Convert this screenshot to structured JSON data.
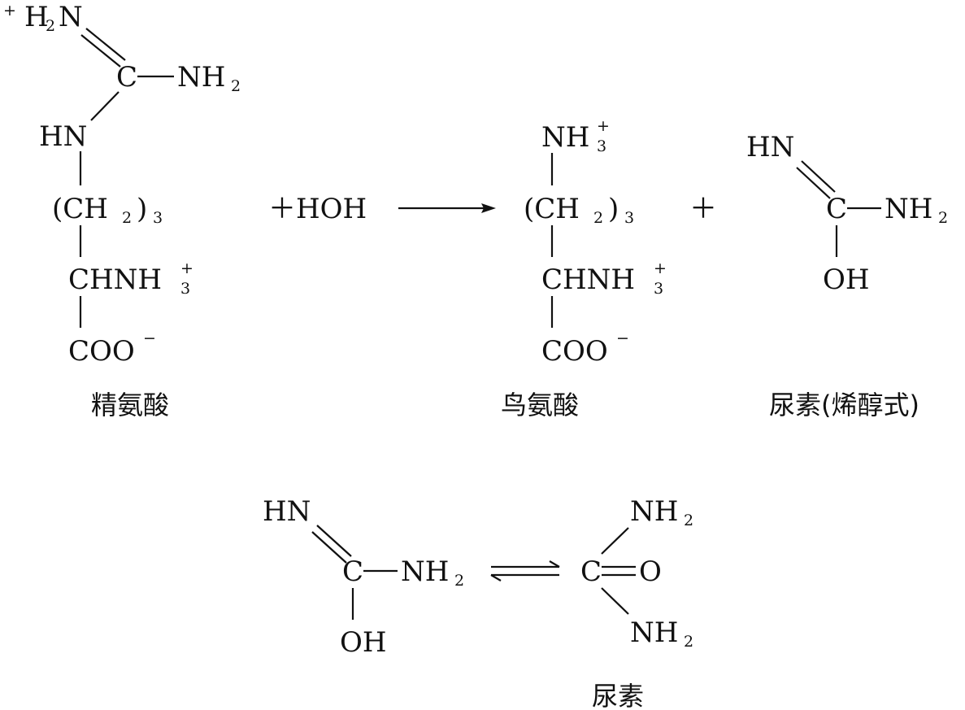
{
  "reaction1": {
    "arginine": {
      "h2n_plus": "+",
      "h2n_h": "H",
      "h2n_sub": "2",
      "h2n_n": "N",
      "c": "C",
      "nh2": "NH",
      "nh2_sub": "2",
      "hn": "HN",
      "ch2_open": "(CH",
      "ch2_sub": "2",
      "ch2_close": ")",
      "ch2_count": "3",
      "chnh": "CHNH",
      "chnh_sub": "3",
      "chnh_sup": "+",
      "coo": "COO",
      "coo_sup": "−",
      "name": "精氨酸"
    },
    "plus_water": "＋HOH",
    "ornithine": {
      "nh": "NH",
      "nh_sub": "3",
      "nh_sup": "+",
      "ch2_open": "(CH",
      "ch2_sub": "2",
      "ch2_close": ")",
      "ch2_count": "3",
      "chnh": "CHNH",
      "chnh_sub": "3",
      "chnh_sup": "+",
      "coo": "COO",
      "coo_sup": "−",
      "name": "鸟氨酸"
    },
    "plus": "＋",
    "urea_enol": {
      "hn": "HN",
      "c": "C",
      "nh2": "NH",
      "nh2_sub": "2",
      "oh": "OH",
      "name": "尿素(烯醇式)"
    }
  },
  "reaction2": {
    "enol": {
      "hn": "HN",
      "c": "C",
      "nh2": "NH",
      "nh2_sub": "2",
      "oh": "OH"
    },
    "urea": {
      "nh2_top": "NH",
      "nh2_top_sub": "2",
      "c": "C",
      "o": "O",
      "nh2_bottom": "NH",
      "nh2_bottom_sub": "2",
      "name": "尿素"
    }
  }
}
